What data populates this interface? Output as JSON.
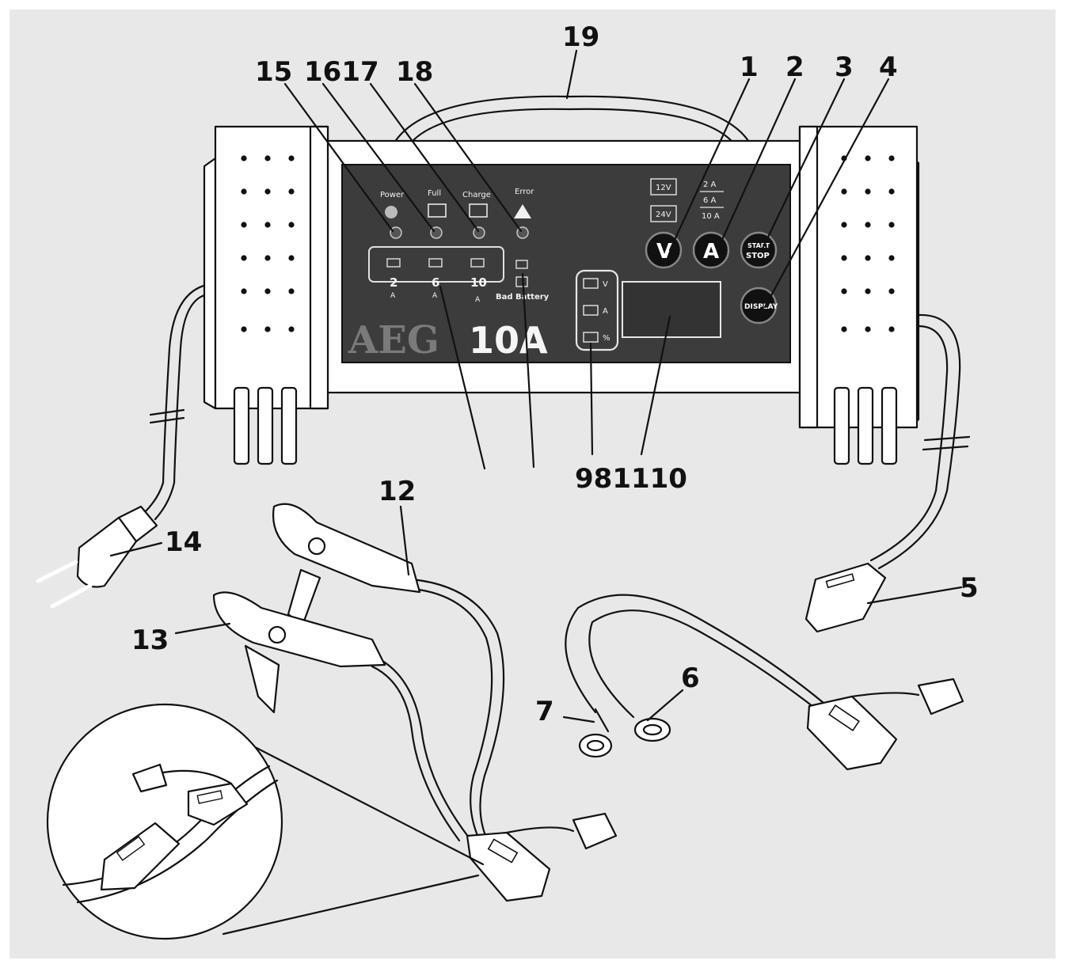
{
  "callouts": {
    "n1": "1",
    "n2": "2",
    "n3": "3",
    "n4": "4",
    "n5": "5",
    "n6": "6",
    "n7": "7",
    "n12": "12",
    "n13": "13",
    "n14": "14",
    "n15": "15",
    "n1617": "1617",
    "n18": "18",
    "n19": "19",
    "n981110": "981110"
  },
  "panel": {
    "brand": "AEG",
    "model": "10A",
    "led_power": "Power",
    "led_full": "Full",
    "led_charge": "Charge",
    "led_error": "Error",
    "amp_2": "2",
    "amp_6": "6",
    "amp_10": "10",
    "amp_unit": "A",
    "bad_battery": "Bad Battery",
    "volt_12": "12V",
    "volt_24": "24V",
    "cur_2": "2 A",
    "cur_6": "6 A",
    "cur_10": "10 A",
    "btn_v": "V",
    "btn_a": "A",
    "btn_start": "START",
    "btn_stop": "STOP",
    "btn_display": "DISPLAY",
    "disp_v": "V",
    "disp_a": "A",
    "disp_pct": "%"
  },
  "colors": {
    "background": "#e8e8e8",
    "panel": "#3a3a3a",
    "outline": "#111111"
  }
}
